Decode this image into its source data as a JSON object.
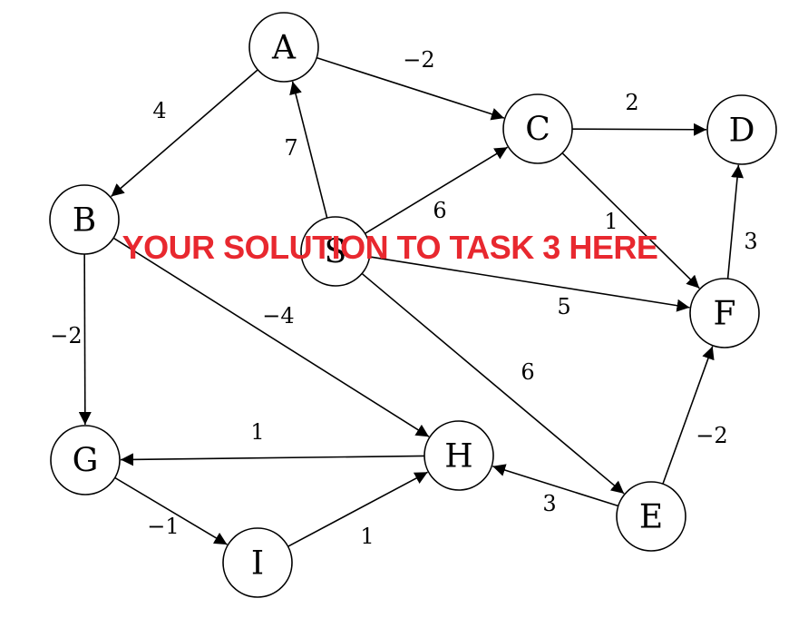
{
  "diagram": {
    "nodes": [
      {
        "id": "A",
        "label": "A"
      },
      {
        "id": "B",
        "label": "B"
      },
      {
        "id": "C",
        "label": "C"
      },
      {
        "id": "D",
        "label": "D"
      },
      {
        "id": "S",
        "label": "S"
      },
      {
        "id": "F",
        "label": "F"
      },
      {
        "id": "G",
        "label": "G"
      },
      {
        "id": "H",
        "label": "H"
      },
      {
        "id": "E",
        "label": "E"
      },
      {
        "id": "I",
        "label": "I"
      }
    ],
    "edges": [
      {
        "from": "A",
        "to": "C",
        "weight": "−2"
      },
      {
        "from": "A",
        "to": "B",
        "weight": "4"
      },
      {
        "from": "S",
        "to": "A",
        "weight": "7"
      },
      {
        "from": "C",
        "to": "D",
        "weight": "2"
      },
      {
        "from": "S",
        "to": "C",
        "weight": "6"
      },
      {
        "from": "C",
        "to": "F",
        "weight": "1"
      },
      {
        "from": "F",
        "to": "D",
        "weight": "3"
      },
      {
        "from": "S",
        "to": "F",
        "weight": "5"
      },
      {
        "from": "B",
        "to": "G",
        "weight": "−2"
      },
      {
        "from": "B",
        "to": "H",
        "weight": "−4"
      },
      {
        "from": "S",
        "to": "E",
        "weight": "6"
      },
      {
        "from": "E",
        "to": "F",
        "weight": "−2"
      },
      {
        "from": "H",
        "to": "G",
        "weight": "1"
      },
      {
        "from": "E",
        "to": "H",
        "weight": "3"
      },
      {
        "from": "G",
        "to": "I",
        "weight": "−1"
      },
      {
        "from": "I",
        "to": "H",
        "weight": "1"
      }
    ],
    "colors": {
      "stroke": "#000000",
      "overlay_text": "#e8282f"
    }
  },
  "overlay": {
    "text": "YOUR SOLUTION TO TASK 3 HERE"
  }
}
